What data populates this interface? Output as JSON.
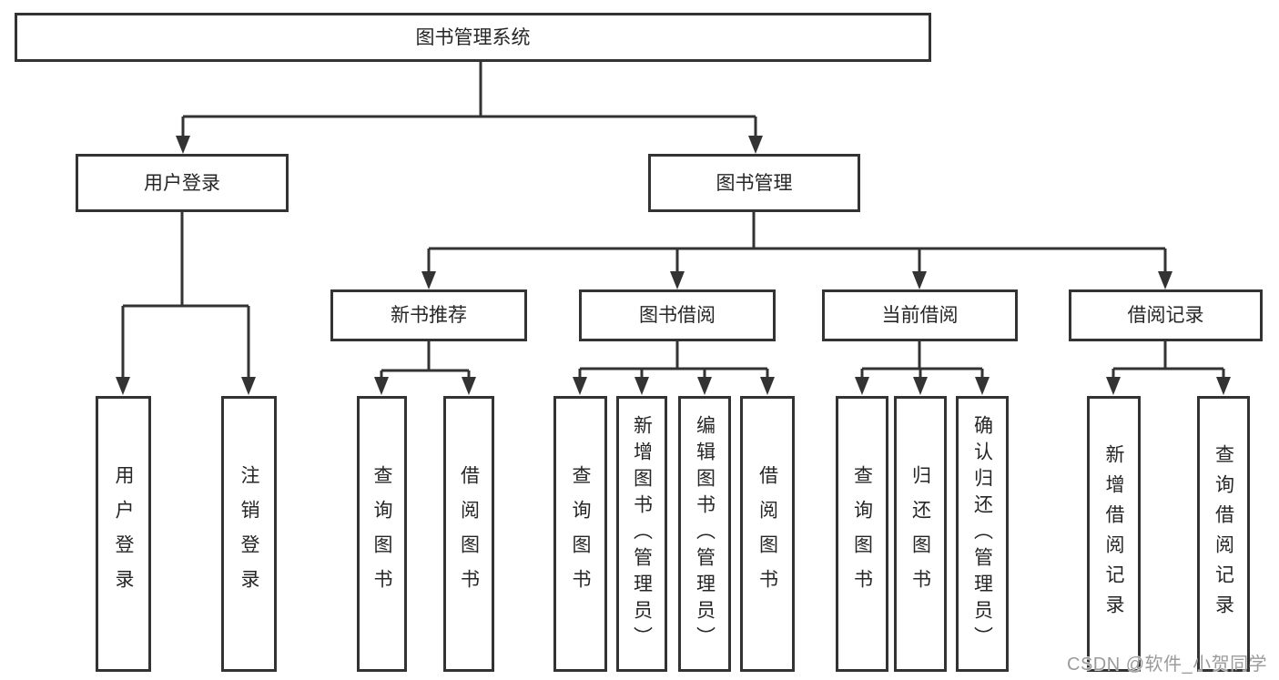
{
  "diagram_title": "图书管理系统",
  "tree": {
    "root": {
      "label": "图书管理系统",
      "children": [
        {
          "label": "用户登录",
          "children": [
            {
              "label": "用户登录"
            },
            {
              "label": "注销登录"
            }
          ]
        },
        {
          "label": "图书管理",
          "children": [
            {
              "label": "新书推荐",
              "children": [
                {
                  "label": "查询图书"
                },
                {
                  "label": "借阅图书"
                }
              ]
            },
            {
              "label": "图书借阅",
              "children": [
                {
                  "label": "查询图书"
                },
                {
                  "label": "新增图书（管理员）"
                },
                {
                  "label": "编辑图书（管理员）"
                },
                {
                  "label": "借阅图书"
                }
              ]
            },
            {
              "label": "当前借阅",
              "children": [
                {
                  "label": "查询图书"
                },
                {
                  "label": "归还图书"
                },
                {
                  "label": "确认归还（管理员）"
                }
              ]
            },
            {
              "label": "借阅记录",
              "children": [
                {
                  "label": "新增借阅记录"
                },
                {
                  "label": "查询借阅记录"
                }
              ]
            }
          ]
        }
      ]
    }
  },
  "watermark": "CSDN @软件_小贺同学",
  "colors": {
    "line": "#333333",
    "box_border": "#333333",
    "box_fill": "#ffffff",
    "text": "#262626",
    "watermark": "#9b9b9b",
    "background": "#ffffff"
  }
}
